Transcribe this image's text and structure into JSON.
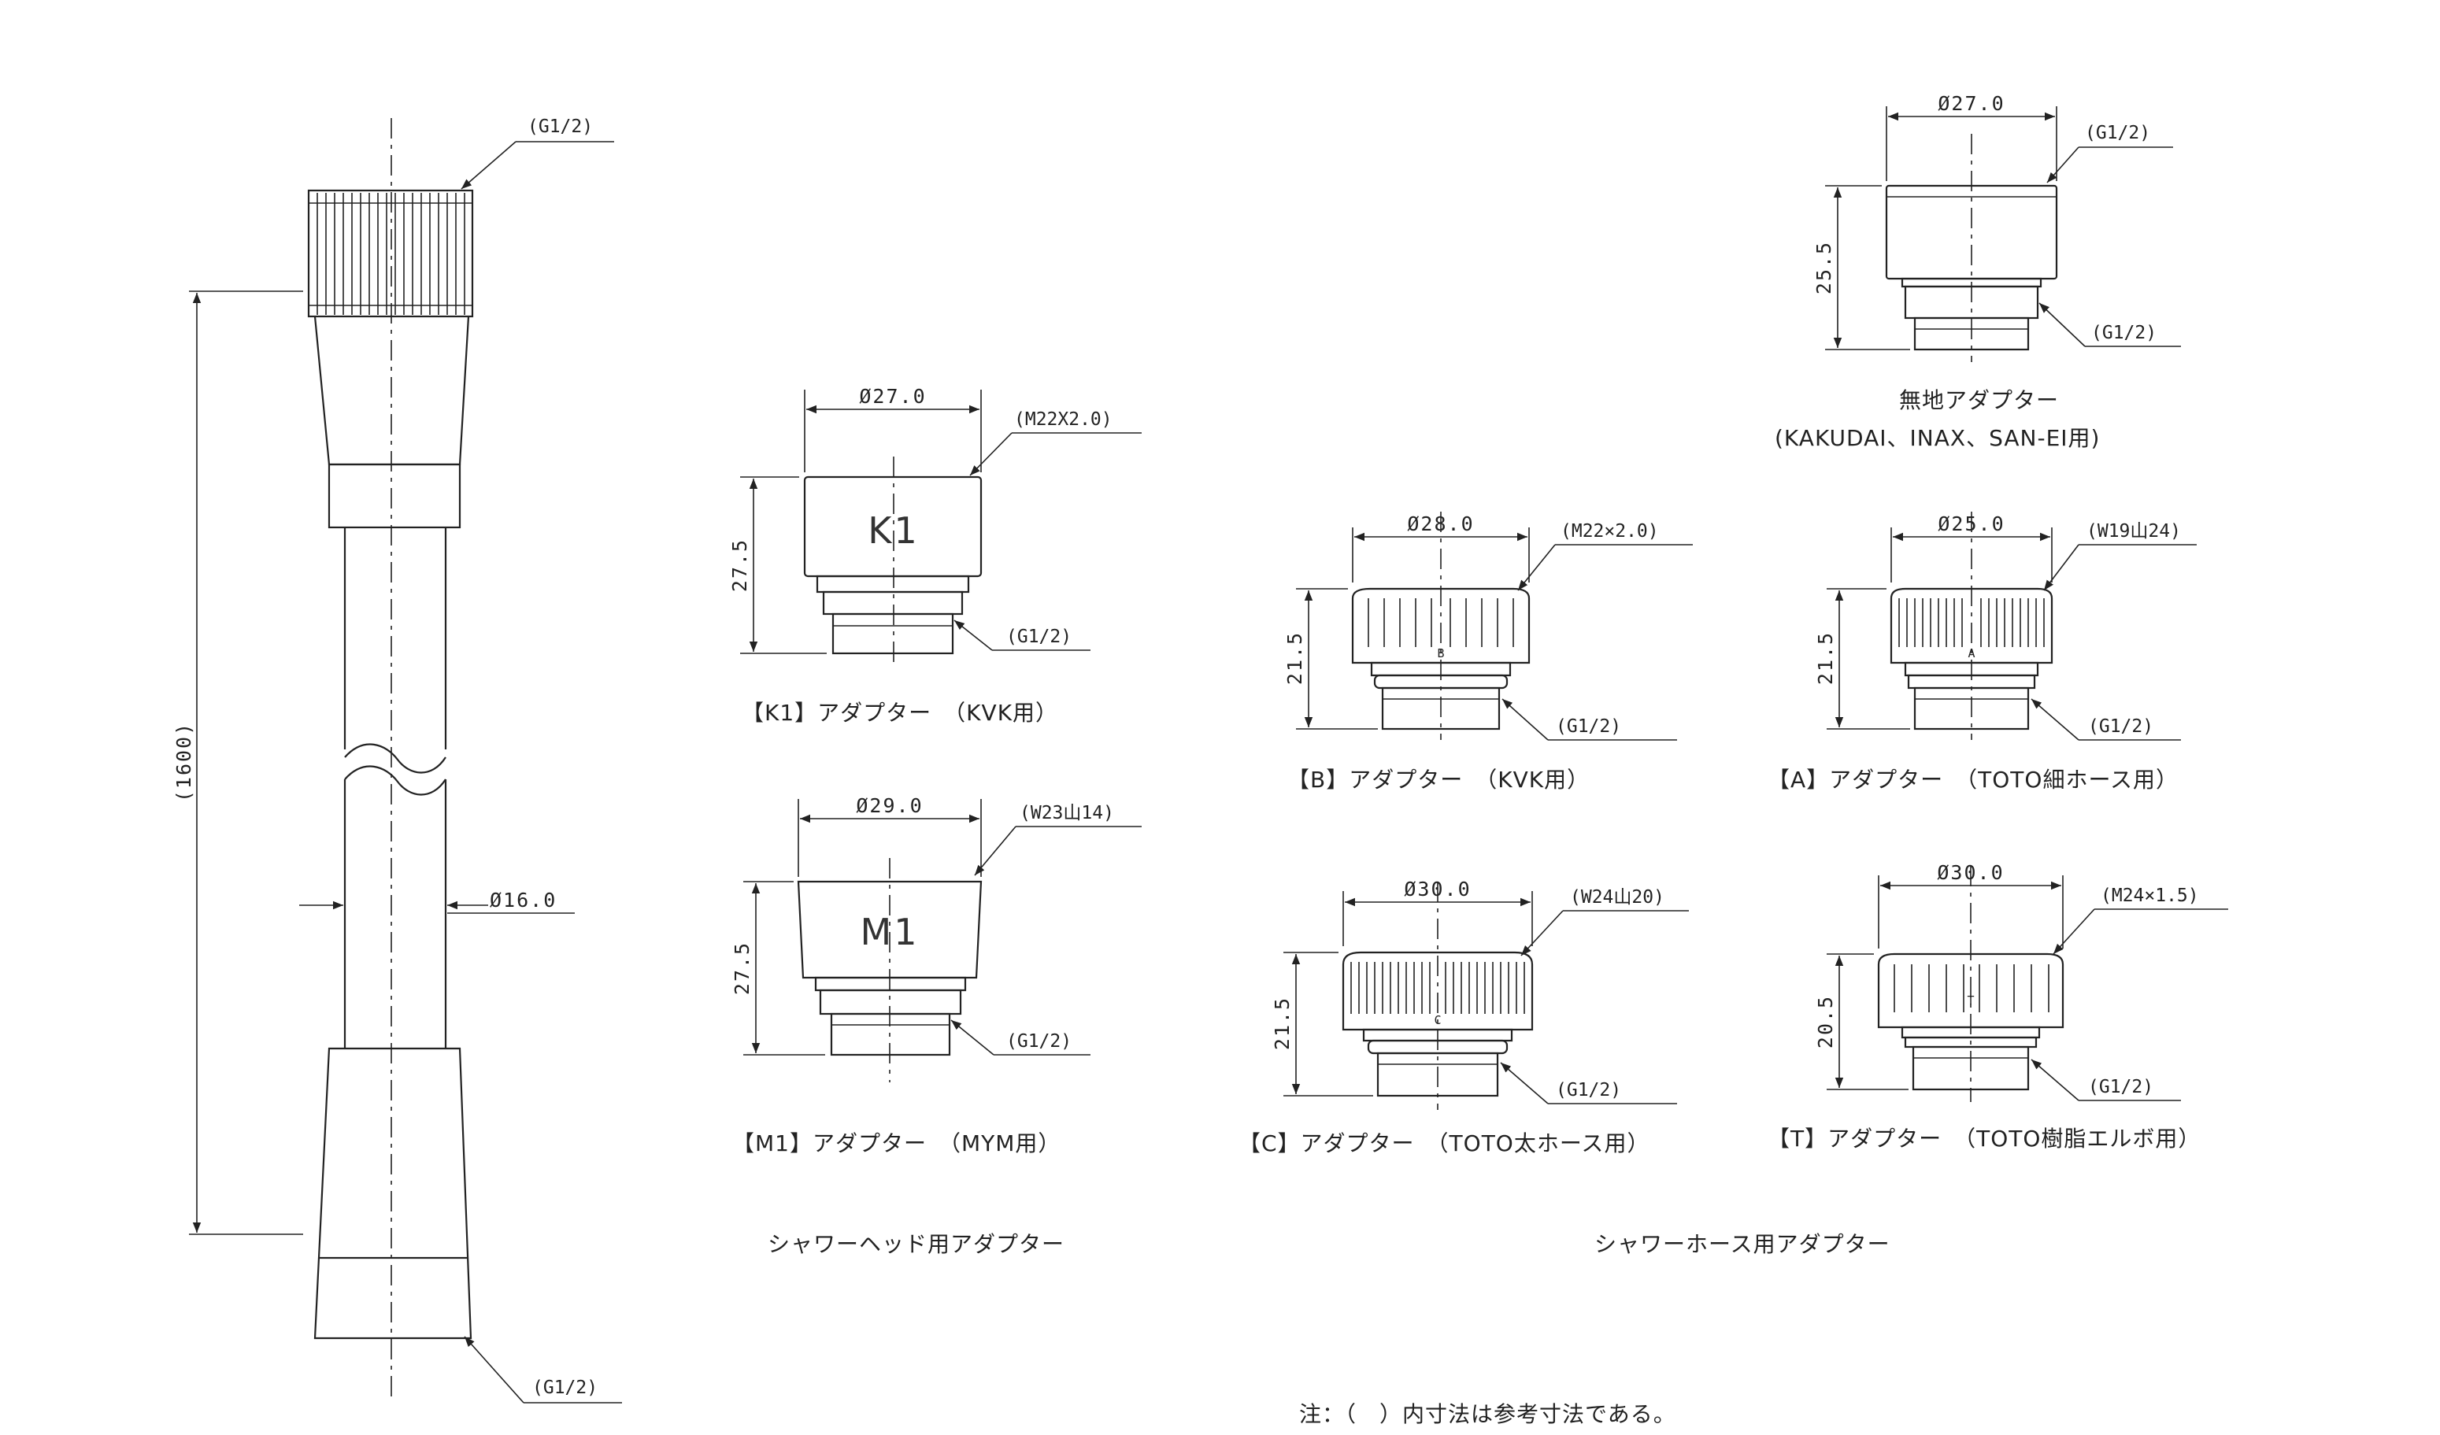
{
  "hose": {
    "top_thread": "(G1/2)",
    "bottom_thread": "(G1/2)",
    "length": "(1600)",
    "diameter": "Ø16.0"
  },
  "head_group": {
    "title": "シャワーヘッド用アダプター",
    "k1": {
      "caption": "【K1】アダプター　（KVK用）",
      "diameter": "Ø27.0",
      "height": "27.5",
      "thread": "(M22X2.0)",
      "bottom_thread": "(G1/2)",
      "mark": "K1"
    },
    "m1": {
      "caption": "【M1】アダプター　（MYM用）",
      "diameter": "Ø29.0",
      "height": "27.5",
      "thread": "(W23山14)",
      "bottom_thread": "(G1/2)",
      "mark": "M1"
    }
  },
  "hose_group": {
    "title": "シャワーホース用アダプター",
    "plain": {
      "caption": "無地アダプター",
      "caption2": "(KAKUDAI、INAX、SAN-EI用)",
      "diameter": "Ø27.0",
      "height": "25.5",
      "thread": "(G1/2)",
      "bottom_thread": "(G1/2)"
    },
    "b": {
      "caption": "【B】アダプター　（KVK用）",
      "diameter": "Ø28.0",
      "height": "21.5",
      "thread": "(M22×2.0)",
      "bottom_thread": "(G1/2)",
      "mark": "B"
    },
    "a": {
      "caption": "【A】アダプター　（TOTO細ホース用）",
      "diameter": "Ø25.0",
      "height": "21.5",
      "thread": "(W19山24)",
      "bottom_thread": "(G1/2)",
      "mark": "A"
    },
    "c": {
      "caption": "【C】アダプター　（TOTO太ホース用）",
      "diameter": "Ø30.0",
      "height": "21.5",
      "thread": "(W24山20)",
      "bottom_thread": "(G1/2)",
      "mark": "C"
    },
    "t": {
      "caption": "【T】アダプター　（TOTO樹脂エルボ用）",
      "diameter": "Ø30.0",
      "height": "20.5",
      "thread": "(M24×1.5)",
      "bottom_thread": "(G1/2)",
      "mark": "T"
    }
  },
  "note": "注：（　）内寸法は参考寸法である。"
}
